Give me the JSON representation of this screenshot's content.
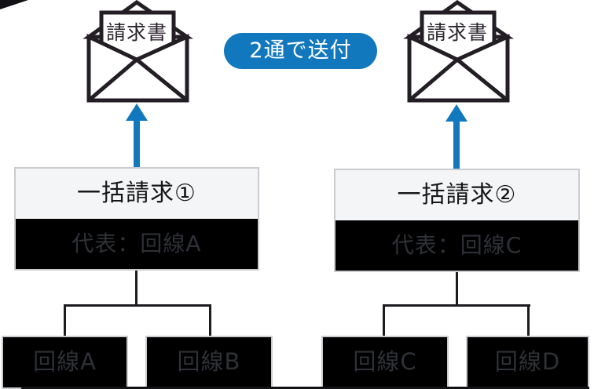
{
  "badge": {
    "label": "2通で送付"
  },
  "envelopes": [
    {
      "label": "請求書"
    },
    {
      "label": "請求書"
    }
  ],
  "groups": [
    {
      "title": "一括請求①",
      "representative": "代表：回線A",
      "children": [
        {
          "label": "回線A"
        },
        {
          "label": "回線B"
        }
      ]
    },
    {
      "title": "一括請求②",
      "representative": "代表：回線C",
      "children": [
        {
          "label": "回線C"
        },
        {
          "label": "回線D"
        }
      ]
    }
  ],
  "colors": {
    "background": "#ffffff",
    "accent_blue": "#1278be",
    "badge_text": "#ffffff",
    "line_dark": "#221e24",
    "connector_dark": "#1b1b20",
    "box_border_light": "#cbccd0",
    "header_fill": "#f4f5f7",
    "header_text": "#17171a",
    "dark_fill": "#000000",
    "dark_fill_text": "#2e3136"
  }
}
